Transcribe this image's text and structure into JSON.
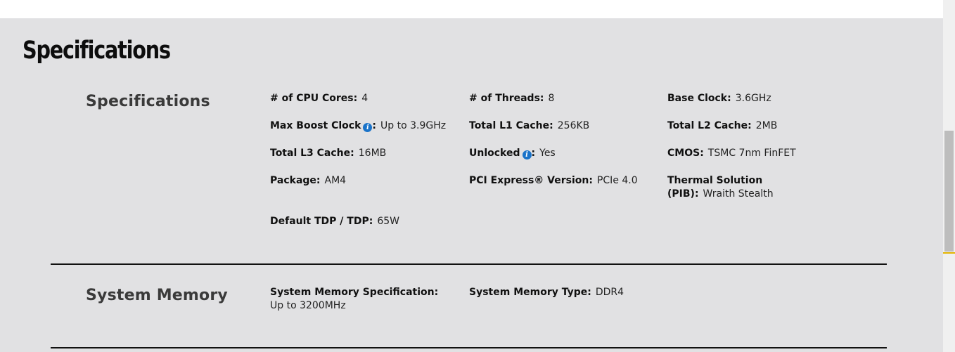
{
  "page": {
    "title": "Specifications"
  },
  "specifications": {
    "section_title": "Specifications",
    "fields": [
      {
        "label": "# of CPU Cores:",
        "value": "4"
      },
      {
        "label": "# of Threads:",
        "value": "8"
      },
      {
        "label": "Base Clock:",
        "value": "3.6GHz"
      },
      {
        "label": "Max Boost Clock",
        "value": "Up to 3.9GHz",
        "info": true
      },
      {
        "label": "Total L1 Cache:",
        "value": "256KB"
      },
      {
        "label": "Total L2 Cache:",
        "value": "2MB"
      },
      {
        "label": "Total L3 Cache:",
        "value": "16MB"
      },
      {
        "label": "Unlocked",
        "value": "Yes",
        "info": true
      },
      {
        "label": "CMOS:",
        "value": "TSMC 7nm FinFET"
      },
      {
        "label": "Package:",
        "value": "AM4"
      },
      {
        "label": "PCI Express® Version:",
        "value": "PCIe 4.0"
      },
      {
        "label": "Thermal Solution (PIB):",
        "value": "Wraith Stealth"
      },
      {
        "label": "Default TDP / TDP:",
        "value": "65W"
      }
    ]
  },
  "system_memory": {
    "section_title": "System Memory",
    "fields": [
      {
        "label": "System Memory Specification:",
        "value": "Up to 3200MHz"
      },
      {
        "label": "System Memory Type:",
        "value": "DDR4"
      }
    ]
  },
  "icons": {
    "info": "info-icon",
    "info_glyph": "i"
  },
  "colors": {
    "background": "#e1e1e3",
    "info_icon": "#1a73c9",
    "divider": "#111111",
    "scroll_marker": "#e3b400"
  }
}
